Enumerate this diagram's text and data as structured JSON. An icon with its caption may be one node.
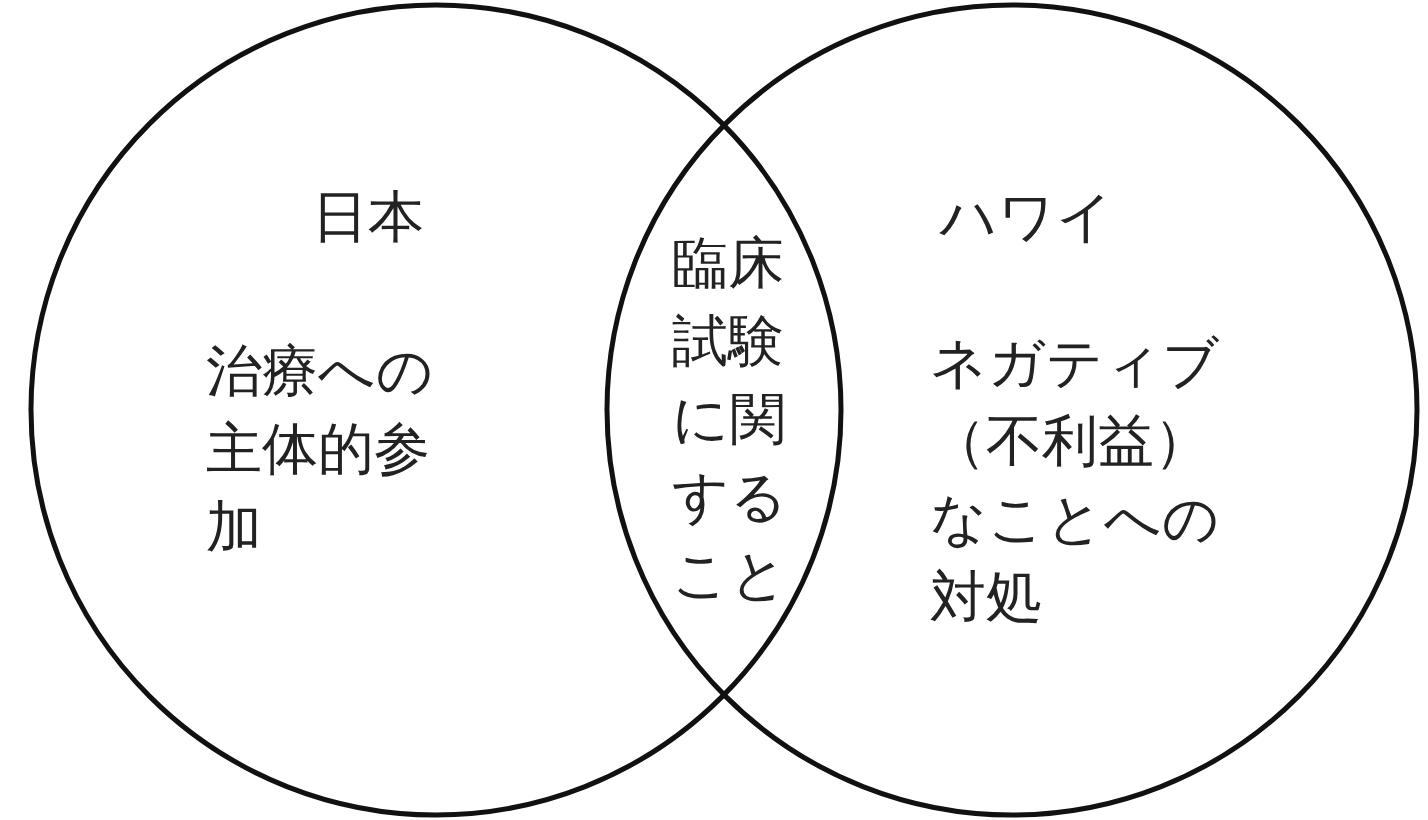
{
  "diagram": {
    "nodes": [
      {
        "text": [
          "日本",
          "治療への主体的参加"
        ]
      },
      {
        "text": [
          "ハワイ",
          "ネガティブ（不利益）なことへの対処"
        ]
      }
    ],
    "labels": [
      "臨床試験に関すること"
    ]
  }
}
